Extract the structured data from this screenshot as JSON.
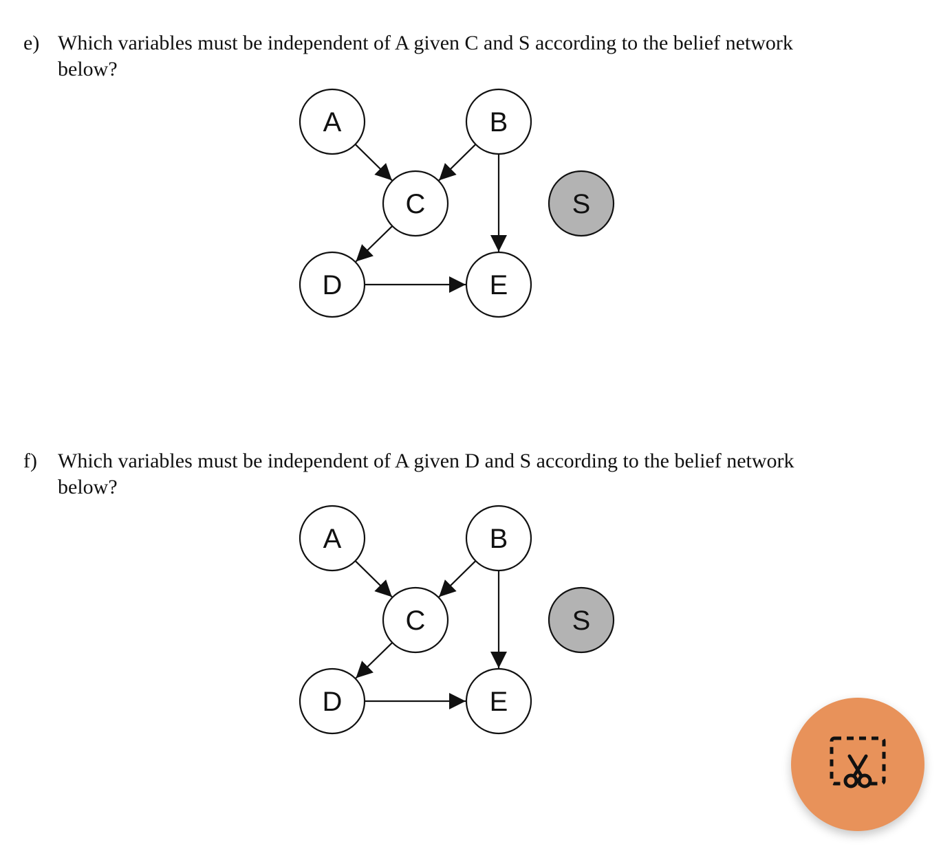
{
  "questions": [
    {
      "label": "e)",
      "text_line1": "Which variables must be independent of A given C and S according to the belief network",
      "text_line2": "below?",
      "network": {
        "nodes": [
          {
            "id": "A",
            "label": "A",
            "observed": false
          },
          {
            "id": "B",
            "label": "B",
            "observed": false
          },
          {
            "id": "C",
            "label": "C",
            "observed": false
          },
          {
            "id": "D",
            "label": "D",
            "observed": false
          },
          {
            "id": "E",
            "label": "E",
            "observed": false
          },
          {
            "id": "S",
            "label": "S",
            "observed": true
          }
        ],
        "edges": [
          {
            "from": "A",
            "to": "C"
          },
          {
            "from": "B",
            "to": "C"
          },
          {
            "from": "B",
            "to": "E"
          },
          {
            "from": "C",
            "to": "D"
          },
          {
            "from": "D",
            "to": "E"
          }
        ]
      }
    },
    {
      "label": "f)",
      "text_line1": "Which variables must be independent of A given D and S according to the belief network",
      "text_line2": "below?",
      "network": {
        "nodes": [
          {
            "id": "A",
            "label": "A",
            "observed": false
          },
          {
            "id": "B",
            "label": "B",
            "observed": false
          },
          {
            "id": "C",
            "label": "C",
            "observed": false
          },
          {
            "id": "D",
            "label": "D",
            "observed": false
          },
          {
            "id": "E",
            "label": "E",
            "observed": false
          },
          {
            "id": "S",
            "label": "S",
            "observed": true
          }
        ],
        "edges": [
          {
            "from": "A",
            "to": "C"
          },
          {
            "from": "B",
            "to": "C"
          },
          {
            "from": "B",
            "to": "E"
          },
          {
            "from": "C",
            "to": "D"
          },
          {
            "from": "D",
            "to": "E"
          }
        ]
      }
    }
  ],
  "colors": {
    "observed_fill": "#b3b3b3",
    "node_fill": "#ffffff",
    "stroke": "#111111",
    "fab_color": "#e8925a"
  },
  "fab": {
    "icon": "screenshot-scissors-icon"
  }
}
